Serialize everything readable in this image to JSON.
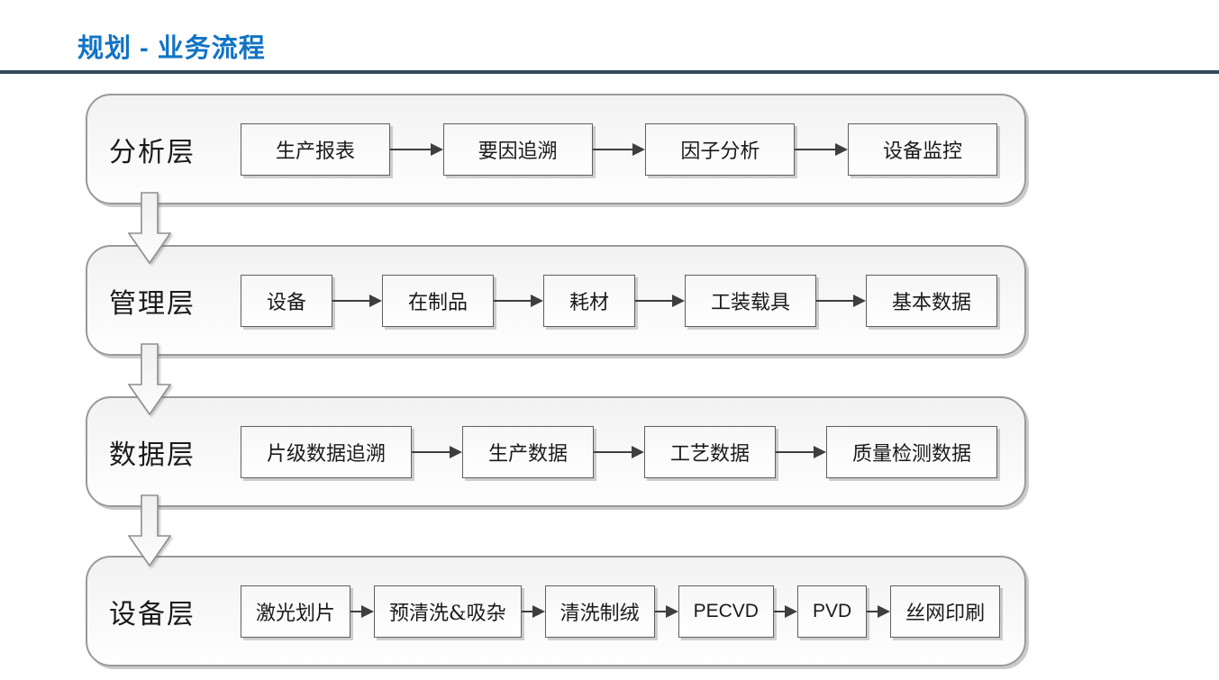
{
  "header": {
    "title": "规划 - 业务流程",
    "title_color": "#1173c4",
    "rule_color": "#324a5e"
  },
  "layers": [
    {
      "label": "分析层",
      "nodes": [
        "生产报表",
        "要因追溯",
        "因子分析",
        "设备监控"
      ]
    },
    {
      "label": "管理层",
      "nodes": [
        "设备",
        "在制品",
        "耗材",
        "工装载具",
        "基本数据"
      ]
    },
    {
      "label": "数据层",
      "nodes": [
        "片级数据追溯",
        "生产数据",
        "工艺数据",
        "质量检测数据"
      ]
    },
    {
      "label": "设备层",
      "nodes": [
        "激光划片",
        "预清洗&吸杂",
        "清洗制绒",
        "PECVD",
        "PVD",
        "丝网印刷"
      ]
    }
  ],
  "icons": {
    "flow_arrow": "right-arrow",
    "layer_connector": "hollow-down-arrow"
  },
  "diagram_colors": {
    "panel_border": "#999999",
    "node_border": "#5f5f5f",
    "arrow": "#3e3e3e",
    "panel_fill_top": "#f2f2f2",
    "panel_fill_bottom": "#fefefe"
  }
}
